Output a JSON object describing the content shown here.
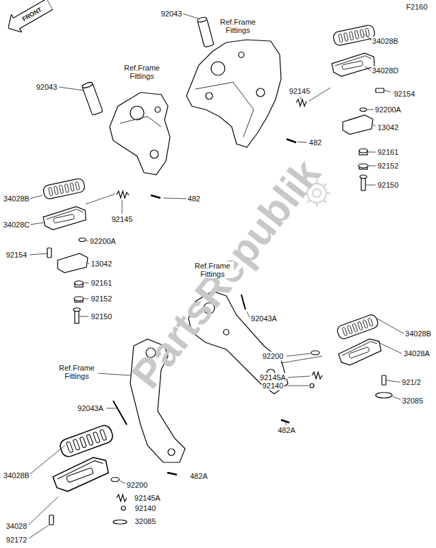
{
  "diagram": {
    "nodes": [
      {
        "text": [
          "FRONT"
        ]
      }
    ],
    "labels": [
      "F2160",
      "92043",
      "Ref.Frame Fittings",
      "34028B",
      "Ref.Frame Fittings",
      "34028D",
      "92043",
      "92145",
      "92154",
      "92200A",
      "13042",
      "92161",
      "92152",
      "92150",
      "482",
      "482",
      "34028B",
      "92145",
      "34028C",
      "92200A",
      "92154",
      "13042",
      "92161",
      "92152",
      "92150",
      "Ref.Frame Fittings",
      "92043A",
      "34028B",
      "34028A",
      "92200",
      "92145A",
      "92140",
      "921/2",
      "32085",
      "482A",
      "Ref.Frame Fittings",
      "92043A",
      "34028B",
      "92200",
      "482A",
      "92145A",
      "92140",
      "34028",
      "32085",
      "92172",
      "PartsRepublik"
    ]
  }
}
